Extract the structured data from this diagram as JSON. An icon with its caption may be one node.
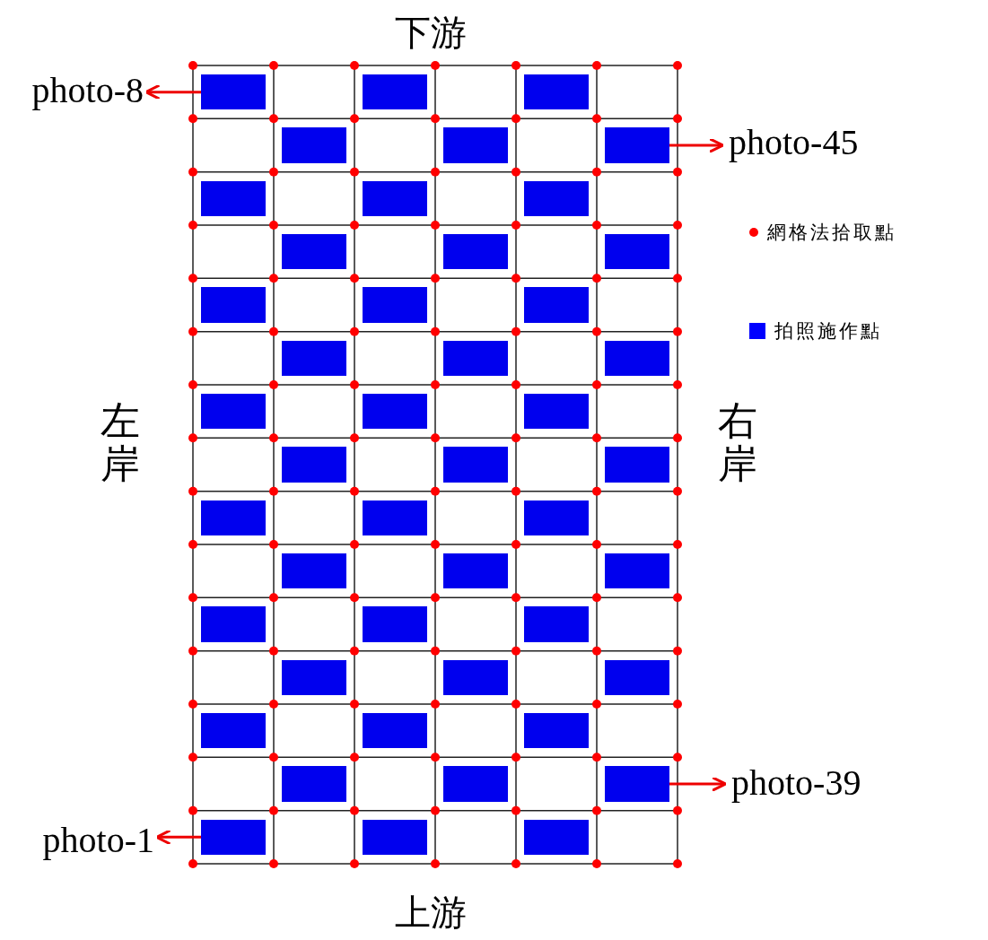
{
  "diagram": {
    "nodes": [
      {
        "text": [],
        "shape": "box"
      },
      {
        "text": [],
        "shape": "box"
      },
      {
        "text": [],
        "shape": "box"
      },
      {
        "text": [],
        "shape": "box"
      },
      {
        "text": [],
        "shape": "box"
      },
      {
        "text": [],
        "shape": "box"
      },
      {
        "text": [],
        "shape": "box"
      },
      {
        "text": [],
        "shape": "box"
      },
      {
        "text": [],
        "shape": "box"
      },
      {
        "text": [],
        "shape": "box"
      },
      {
        "text": [],
        "shape": "box"
      },
      {
        "text": [],
        "shape": "box"
      },
      {
        "text": [],
        "shape": "box"
      },
      {
        "text": [],
        "shape": "box"
      },
      {
        "text": [],
        "shape": "box"
      },
      {
        "text": [],
        "shape": "box"
      },
      {
        "text": [],
        "shape": "box"
      },
      {
        "text": [],
        "shape": "box"
      },
      {
        "text": [],
        "shape": "box"
      },
      {
        "text": [],
        "shape": "box"
      },
      {
        "text": [],
        "shape": "box"
      },
      {
        "text": [],
        "shape": "box"
      },
      {
        "text": [],
        "shape": "box"
      },
      {
        "text": [],
        "shape": "box"
      },
      {
        "text": [],
        "shape": "box"
      },
      {
        "text": [],
        "shape": "box"
      },
      {
        "text": [],
        "shape": "box"
      },
      {
        "text": [],
        "shape": "box"
      },
      {
        "text": [],
        "shape": "box"
      },
      {
        "text": [],
        "shape": "box"
      },
      {
        "text": [],
        "shape": "box"
      },
      {
        "text": [],
        "shape": "box"
      },
      {
        "text": [],
        "shape": "box"
      },
      {
        "text": [],
        "shape": "box"
      },
      {
        "text": [],
        "shape": "box"
      },
      {
        "text": [],
        "shape": "box"
      },
      {
        "text": [],
        "shape": "box"
      },
      {
        "text": [],
        "shape": "box"
      },
      {
        "text": [],
        "shape": "box"
      },
      {
        "text": [],
        "shape": "box"
      },
      {
        "text": [],
        "shape": "box"
      },
      {
        "text": [],
        "shape": "box"
      },
      {
        "text": [],
        "shape": "box"
      },
      {
        "text": [],
        "shape": "box"
      },
      {
        "text": [],
        "shape": "box"
      },
      {
        "text": [
          "photo-8"
        ]
      },
      {
        "text": [
          "photo-45"
        ]
      },
      {
        "text": [
          "photo-39"
        ]
      },
      {
        "text": [
          "photo-1"
        ]
      }
    ],
    "edges": [
      {
        "from": 0,
        "to": 45,
        "arrow": "to"
      },
      {
        "from": 5,
        "to": 46,
        "arrow": "to"
      },
      {
        "from": 41,
        "to": 47,
        "arrow": "to"
      },
      {
        "from": 42,
        "to": 48,
        "arrow": "to"
      }
    ],
    "labels": [
      "下游",
      "左岸",
      "右岸",
      "上游"
    ],
    "legend": [
      {
        "text": "網格法拾取點",
        "color": "#ff0000"
      },
      {
        "text": "拍照施作點",
        "color": "#0000ff"
      }
    ]
  }
}
